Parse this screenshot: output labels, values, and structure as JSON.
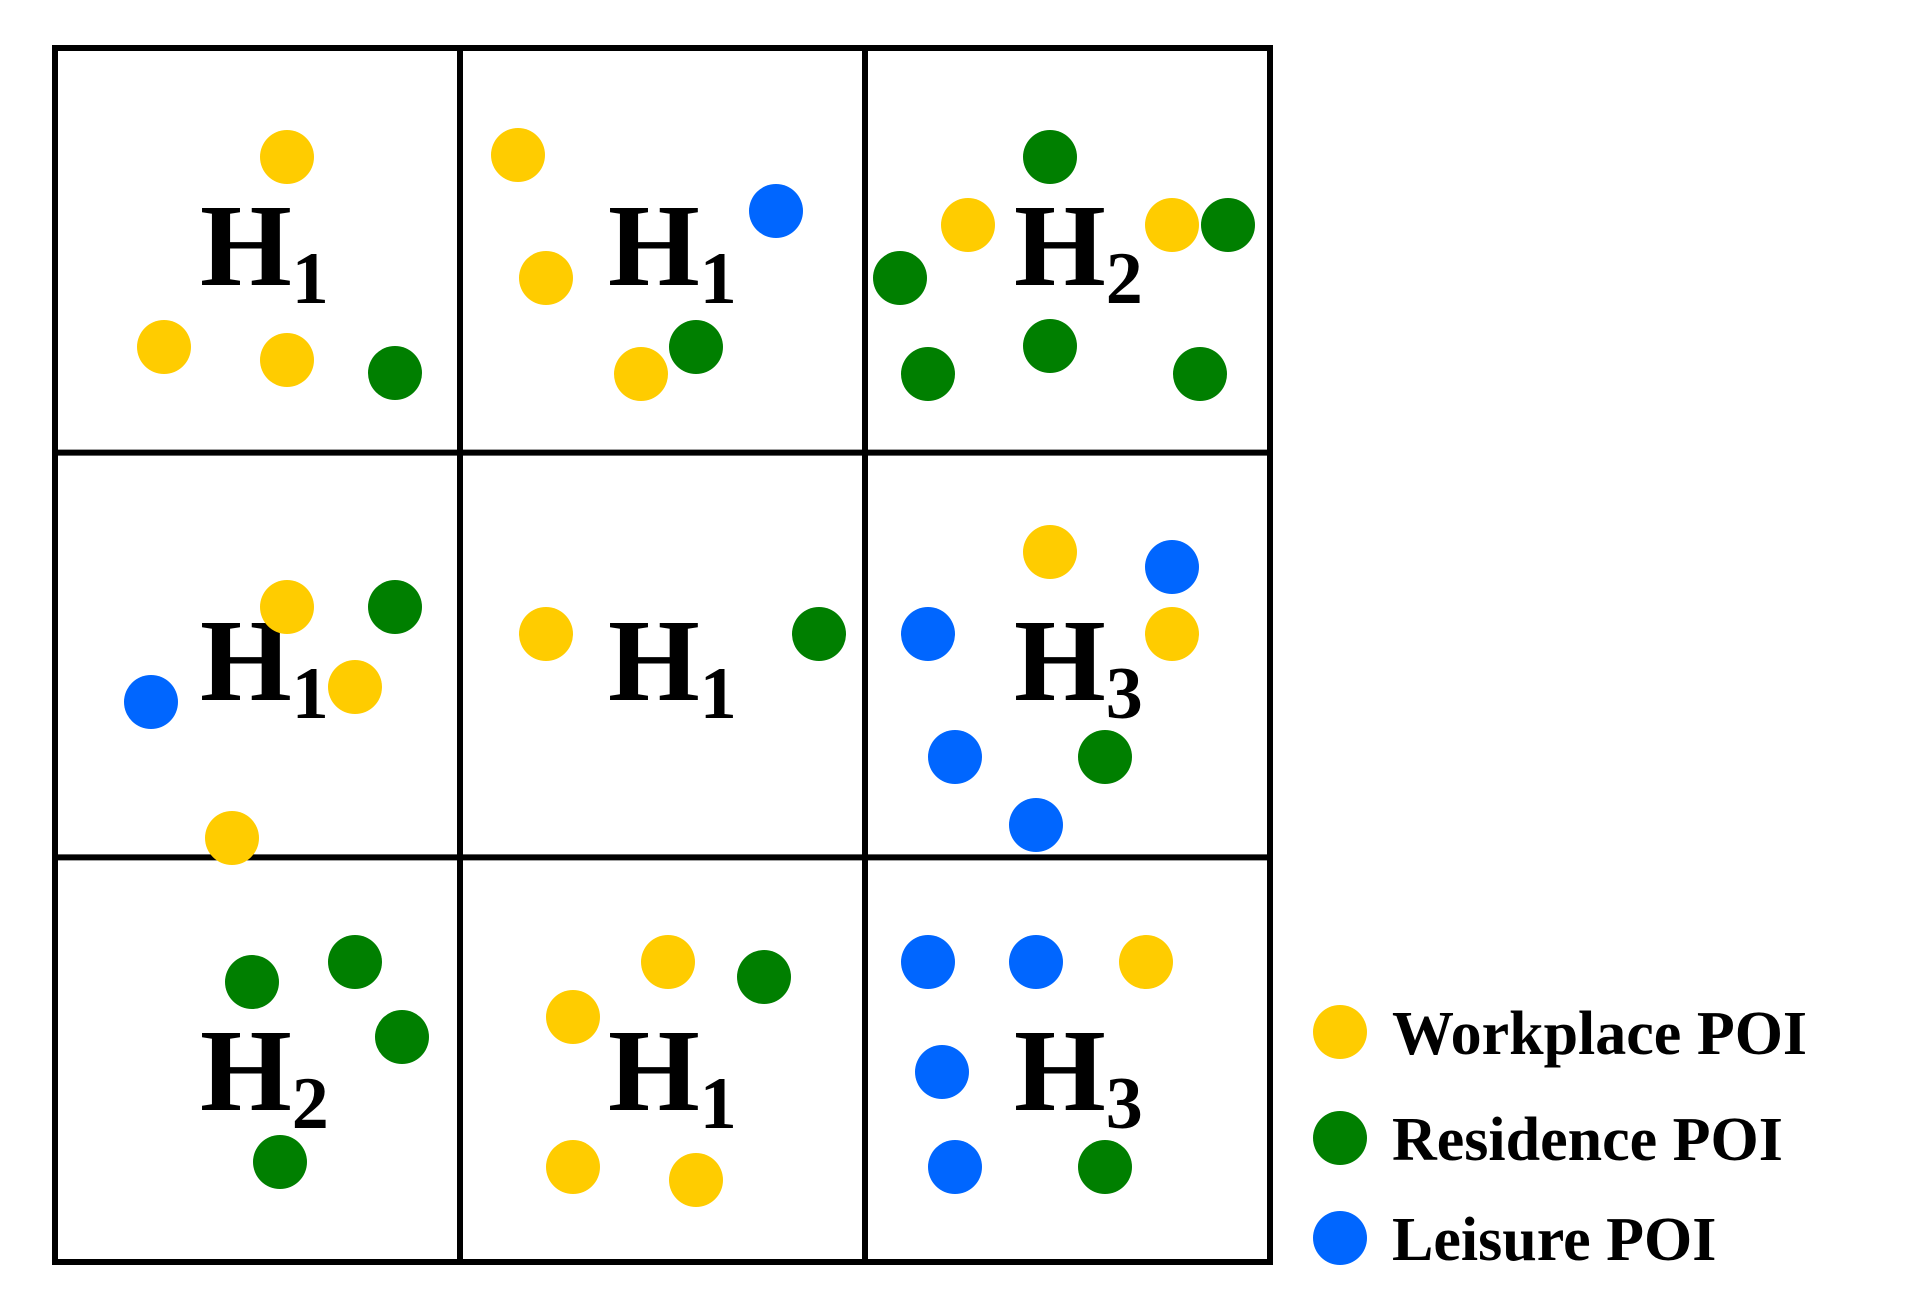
{
  "colors": {
    "workplace": "#FFCC00",
    "residence": "#007F00",
    "leisure": "#0066FF",
    "grid": "#000000"
  },
  "grid": {
    "rows": 3,
    "cols": 3,
    "cells": [
      {
        "base": "H",
        "sub": "1"
      },
      {
        "base": "H",
        "sub": "1"
      },
      {
        "base": "H",
        "sub": "2"
      },
      {
        "base": "H",
        "sub": "1"
      },
      {
        "base": "H",
        "sub": "1"
      },
      {
        "base": "H",
        "sub": "3"
      },
      {
        "base": "H",
        "sub": "2"
      },
      {
        "base": "H",
        "sub": "1"
      },
      {
        "base": "H",
        "sub": "3"
      }
    ]
  },
  "poi_counts": [
    {
      "cell": 1,
      "workplace": 3,
      "residence": 1,
      "leisure": 0
    },
    {
      "cell": 2,
      "workplace": 3,
      "residence": 1,
      "leisure": 1
    },
    {
      "cell": 3,
      "workplace": 2,
      "residence": 6,
      "leisure": 0
    },
    {
      "cell": 4,
      "workplace": 3,
      "residence": 1,
      "leisure": 1
    },
    {
      "cell": 5,
      "workplace": 1,
      "residence": 1,
      "leisure": 0
    },
    {
      "cell": 6,
      "workplace": 2,
      "residence": 1,
      "leisure": 4
    },
    {
      "cell": 7,
      "workplace": 0,
      "residence": 4,
      "leisure": 0
    },
    {
      "cell": 8,
      "workplace": 4,
      "residence": 1,
      "leisure": 0
    },
    {
      "cell": 9,
      "workplace": 1,
      "residence": 1,
      "leisure": 4
    }
  ],
  "legend": [
    {
      "key": "workplace",
      "label": "Workplace POI"
    },
    {
      "key": "residence",
      "label": "Residence POI"
    },
    {
      "key": "leisure",
      "label": "Leisure POI"
    }
  ]
}
